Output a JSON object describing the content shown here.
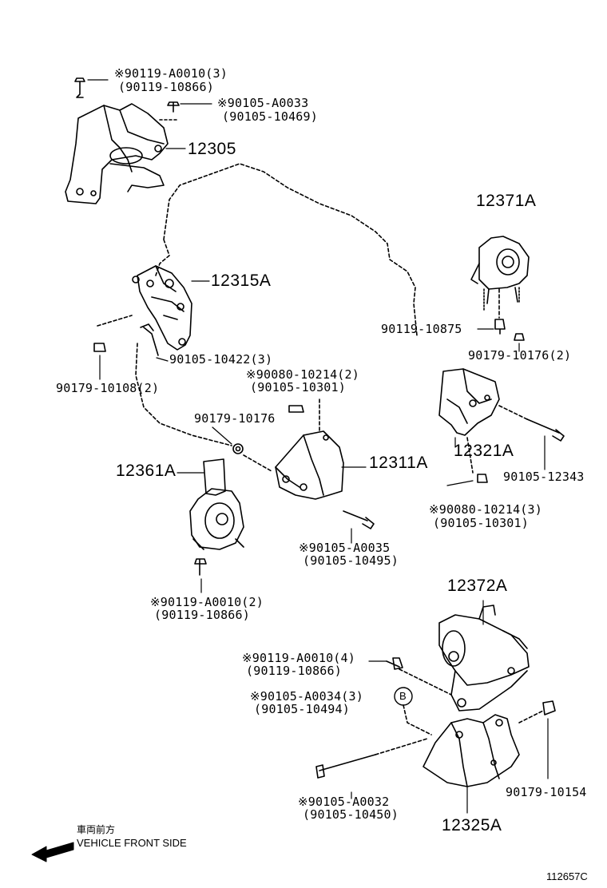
{
  "colors": {
    "ink": "#000000",
    "paper": "#ffffff"
  },
  "callouts": {
    "p1_a": "※90119-A0010(3)",
    "p1_b": "(90119-10866)",
    "p2_a": "※90105-A0033",
    "p2_b": "(90105-10469)",
    "part_12305": "12305",
    "part_12371A": "12371A",
    "part_12315A": "12315A",
    "p3": "90119-10875",
    "p4": "90179-10176(2)",
    "p5": "90105-10422(3)",
    "p6": "90179-10108(2)",
    "p7_a": "※90080-10214(2)",
    "p7_b": "(90105-10301)",
    "p8": "90179-10176",
    "part_12361A": "12361A",
    "part_12311A": "12311A",
    "part_12321A": "12321A",
    "p9": "90105-12343",
    "p10_a": "※90080-10214(3)",
    "p10_b": "(90105-10301)",
    "p11_a": "※90105-A0035",
    "p11_b": "(90105-10495)",
    "p12_a": "※90119-A0010(2)",
    "p12_b": "(90119-10866)",
    "part_12372A": "12372A",
    "p13_a": "※90119-A0010(4)",
    "p13_b": "(90119-10866)",
    "p14_a": "※90105-A0034(3)",
    "p14_b": "(90105-10494)",
    "circle_b": "B",
    "p15": "90179-10154",
    "p16_a": "※90105-A0032",
    "p16_b": "(90105-10450)",
    "part_12325A": "12325A"
  },
  "direction": {
    "jp": "車両前方",
    "en": "VEHICLE FRONT SIDE"
  },
  "figure_id": "112657C"
}
